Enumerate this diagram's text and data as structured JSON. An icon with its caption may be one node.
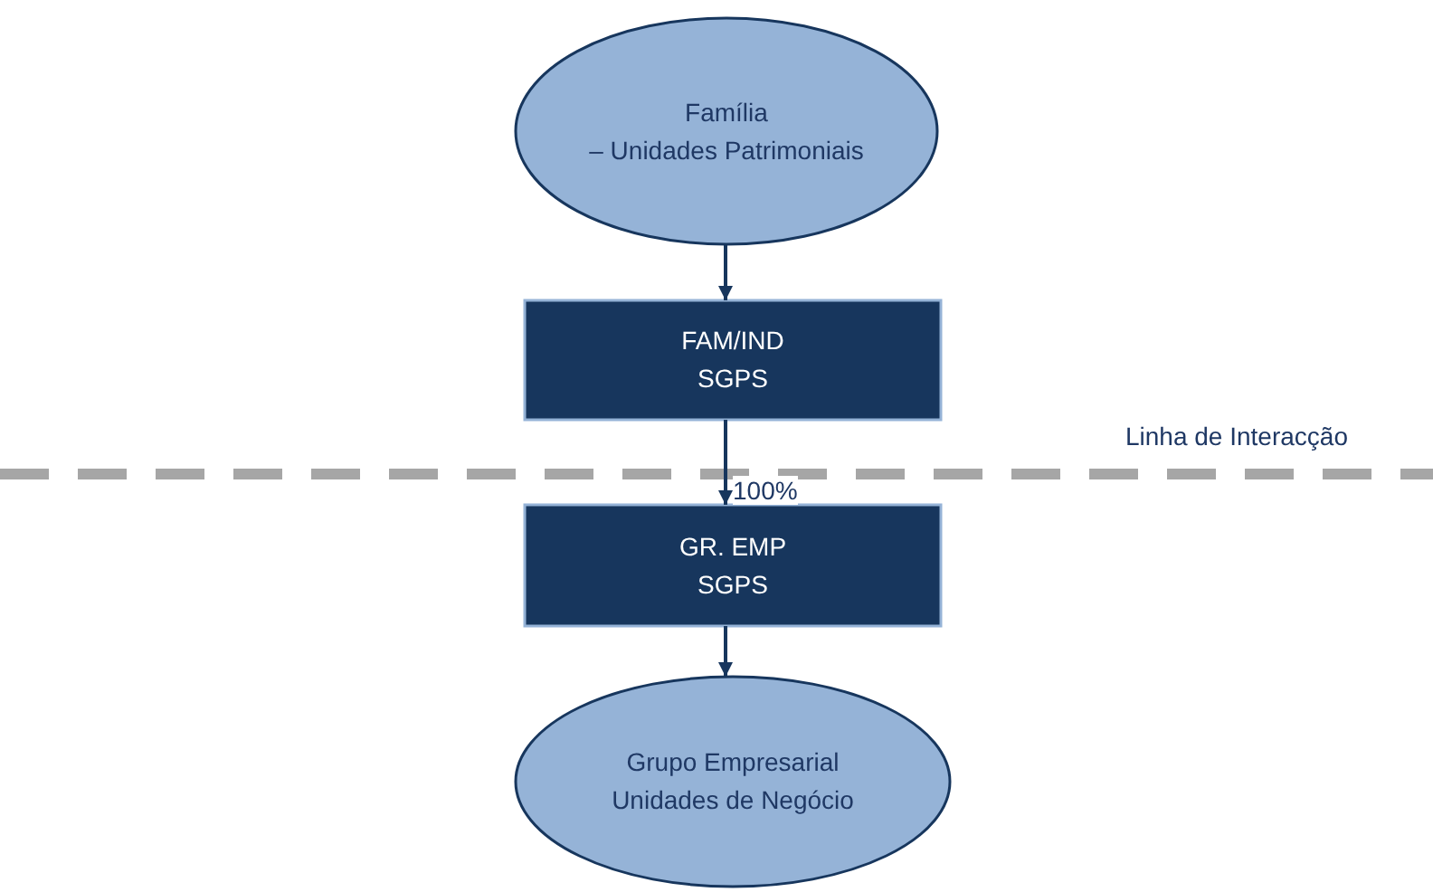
{
  "diagram": {
    "nodes": [
      {
        "text": [
          "Família",
          "– Unidades Patrimoniais"
        ]
      },
      {
        "text": [
          "FAM/IND",
          "SGPS"
        ]
      },
      {
        "text": [
          "GR. EMP",
          "SGPS"
        ]
      },
      {
        "text": [
          "Grupo Empresarial",
          "Unidades de Negócio"
        ]
      }
    ],
    "edges": [
      {
        "from": 0,
        "to": 1,
        "arrow": "to"
      },
      {
        "from": 1,
        "to": 2,
        "arrow": "to",
        "label": "100%"
      },
      {
        "from": 2,
        "to": 3,
        "arrow": "to"
      }
    ],
    "labels": [
      "Linha de Interacção"
    ]
  }
}
